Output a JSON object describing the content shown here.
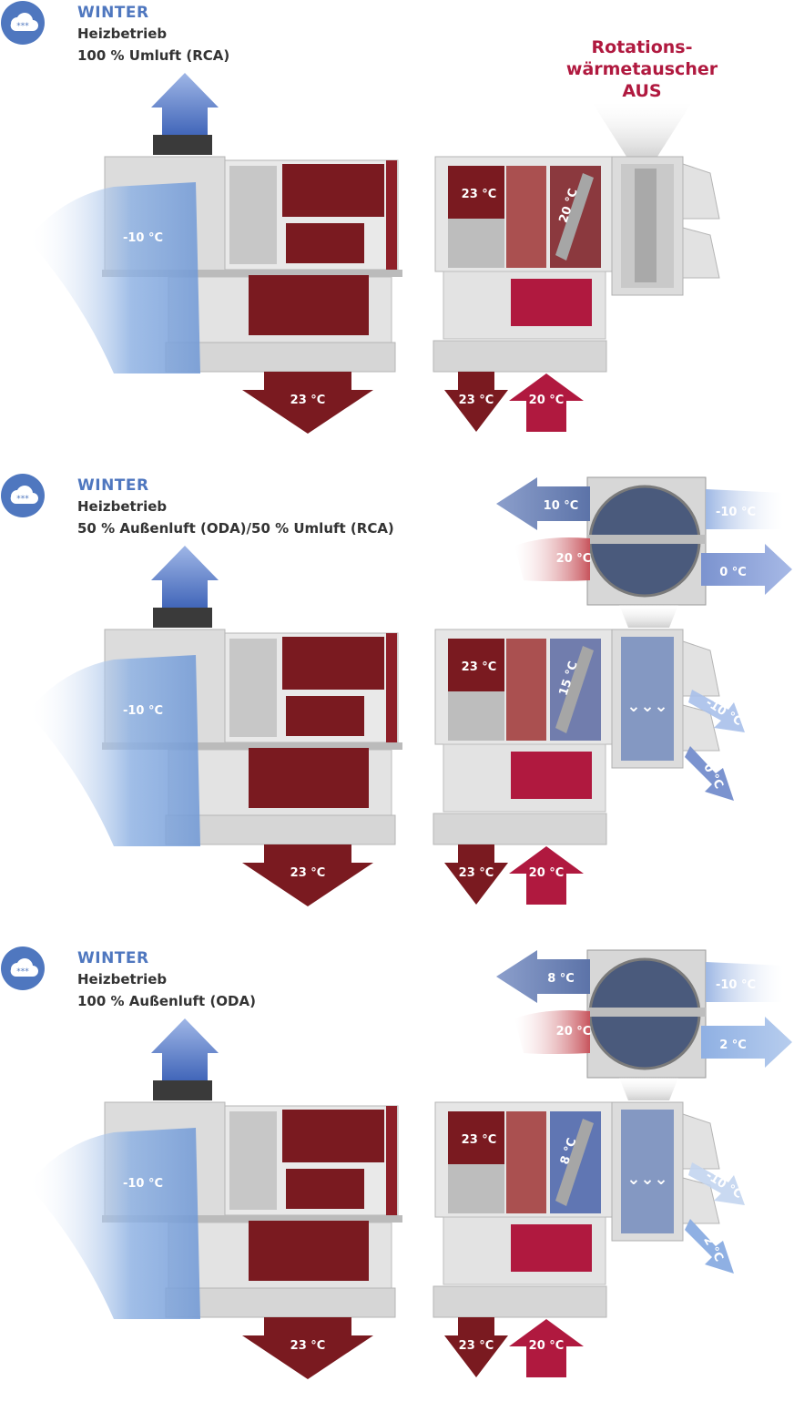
{
  "colors": {
    "cold_blue": "#4f77bf",
    "unit_red": "#7a1a20",
    "accent_red": "#b0193f",
    "gray": "#d9d9d9"
  },
  "panels": [
    {
      "season": "WINTER",
      "mode": "Heizbetrieb",
      "air": "100 % Umluft (RCA)",
      "status": [
        "Rotations-",
        "wärmetauscher",
        "AUS"
      ],
      "temps": {
        "left_cold": "-10 °C",
        "left_out": "23 °C",
        "right_inner": "23 °C",
        "right_diag": "20 °C",
        "right_out": "23 °C",
        "right_in": "20 °C"
      }
    },
    {
      "season": "WINTER",
      "mode": "Heizbetrieb",
      "air": "50 % Außenluft (ODA)/50 % Umluft (RCA)",
      "temps": {
        "left_cold": "-10 °C",
        "left_out": "23 °C",
        "right_inner": "23 °C",
        "right_diag": "15 °C",
        "right_out": "23 °C",
        "right_in": "20 °C",
        "wheel_exhaust": "10 °C",
        "wheel_outdoor": "-10 °C",
        "wheel_return": "20 °C",
        "wheel_supply": "0 °C",
        "side_upper": "-10 °C",
        "side_lower": "0 °C"
      }
    },
    {
      "season": "WINTER",
      "mode": "Heizbetrieb",
      "air": "100 % Außenluft (ODA)",
      "temps": {
        "left_cold": "-10 °C",
        "left_out": "23 °C",
        "right_inner": "23 °C",
        "right_diag": "8 °C",
        "right_out": "23 °C",
        "right_in": "20 °C",
        "wheel_exhaust": "8 °C",
        "wheel_outdoor": "-10 °C",
        "wheel_return": "20 °C",
        "wheel_supply": "2 °C",
        "side_upper": "-10 °C",
        "side_lower": "2 °C"
      }
    }
  ]
}
